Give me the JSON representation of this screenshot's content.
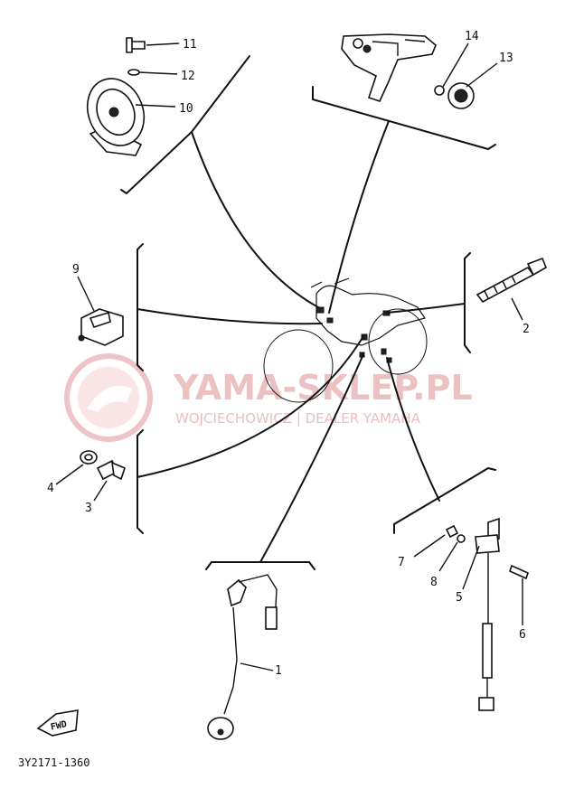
{
  "watermark": {
    "title": "YAMA-SKLEP.PL",
    "subtitle": "WOJCIECHOWICZ | DEALER YAMAHA"
  },
  "drawing_code": "3Y2171-1360",
  "fwd_label": "FWD",
  "callouts": [
    {
      "id": "11",
      "label": "11"
    },
    {
      "id": "12",
      "label": "12"
    },
    {
      "id": "10",
      "label": "10"
    },
    {
      "id": "14",
      "label": "14"
    },
    {
      "id": "13",
      "label": "13"
    },
    {
      "id": "9",
      "label": "9"
    },
    {
      "id": "2",
      "label": "2"
    },
    {
      "id": "4",
      "label": "4"
    },
    {
      "id": "3",
      "label": "3"
    },
    {
      "id": "7",
      "label": "7"
    },
    {
      "id": "8",
      "label": "8"
    },
    {
      "id": "5",
      "label": "5"
    },
    {
      "id": "6",
      "label": "6"
    },
    {
      "id": "1",
      "label": "1"
    }
  ]
}
